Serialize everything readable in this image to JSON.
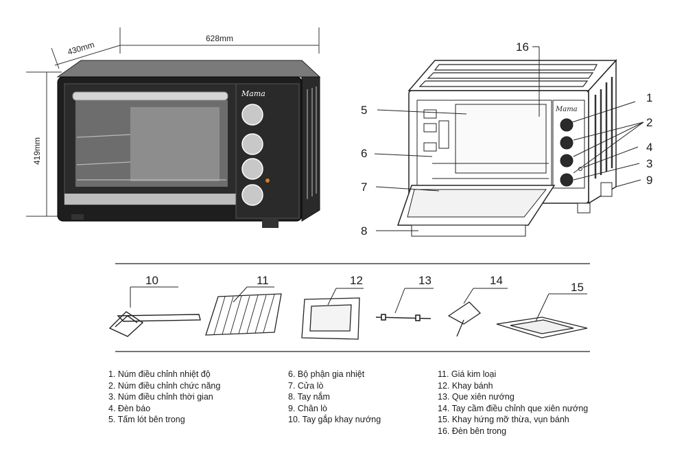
{
  "dimensions": {
    "width": "628mm",
    "depth": "430mm",
    "height": "419mm"
  },
  "brand": "Mama",
  "callouts": [
    "1",
    "2",
    "3",
    "4",
    "5",
    "6",
    "7",
    "8",
    "9",
    "10",
    "11",
    "12",
    "13",
    "14",
    "15",
    "16"
  ],
  "legend": {
    "col1": [
      "1. Núm điều chỉnh nhiệt độ",
      "2. Núm điều chỉnh chức năng",
      "3. Núm điều chỉnh thời gian",
      "4. Đèn báo",
      "5. Tấm lót bên trong"
    ],
    "col2": [
      "6. Bộ phận gia nhiệt",
      "7. Cửa lò",
      "8. Tay nắm",
      "9. Chân lò",
      "10. Tay gắp khay nướng"
    ],
    "col3": [
      "11. Giá kim loại",
      "12. Khay bánh",
      "13. Que xiên nướng",
      "14. Tay cầm điều chỉnh que xiên nướng",
      "15. Khay hứng mỡ thừa, vụn bánh",
      "16. Đèn bên trong"
    ]
  }
}
